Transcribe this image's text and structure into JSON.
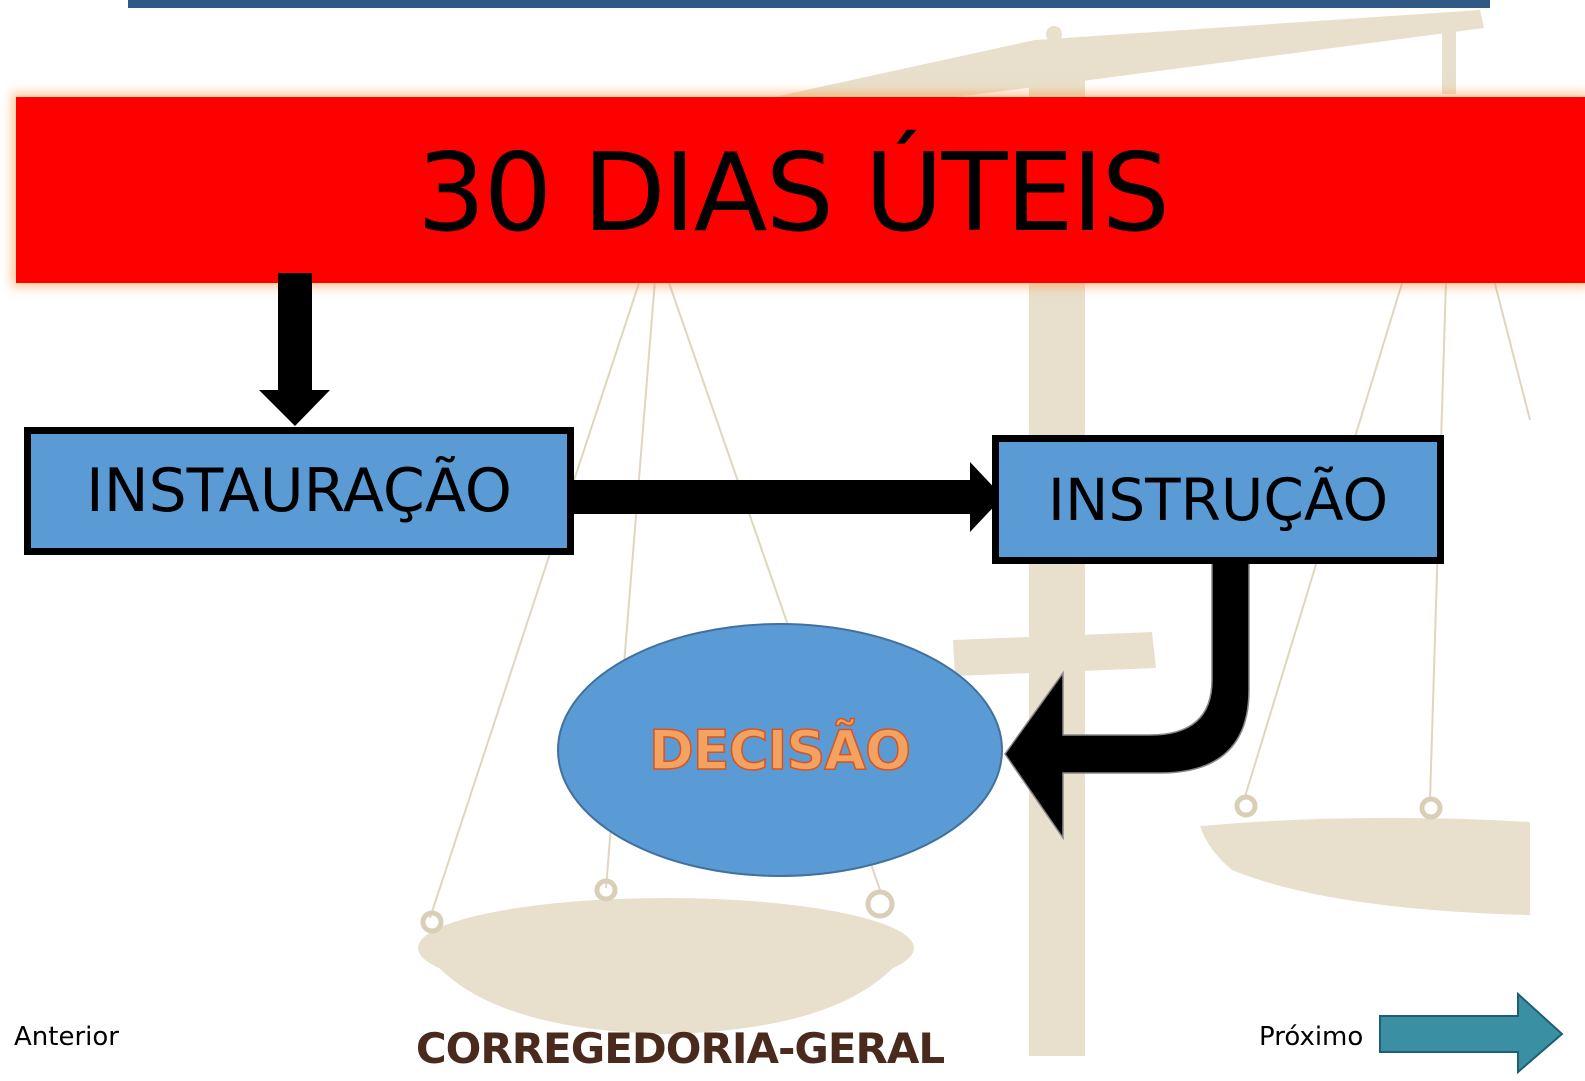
{
  "banner": {
    "text": "30 DIAS ÚTEIS",
    "color": "#ff0000"
  },
  "steps": {
    "instauracao": "INSTAURAÇÃO",
    "instrucao": "INSTRUÇÃO",
    "decisao": "DECISÃO"
  },
  "colors": {
    "box_fill": "#5b9bd5",
    "decision_text": "#f4a261",
    "title": "#4a2a1c",
    "scale_watermark": "#e8e0cc",
    "nav_arrow": "#3a8fa3"
  },
  "footer": {
    "previous_label": "Anterior",
    "title": "CORREGEDORIA-GERAL",
    "next_label": "Próximo"
  },
  "icons": {
    "background": "scales-of-justice-watermark",
    "next": "right-arrow-icon"
  }
}
